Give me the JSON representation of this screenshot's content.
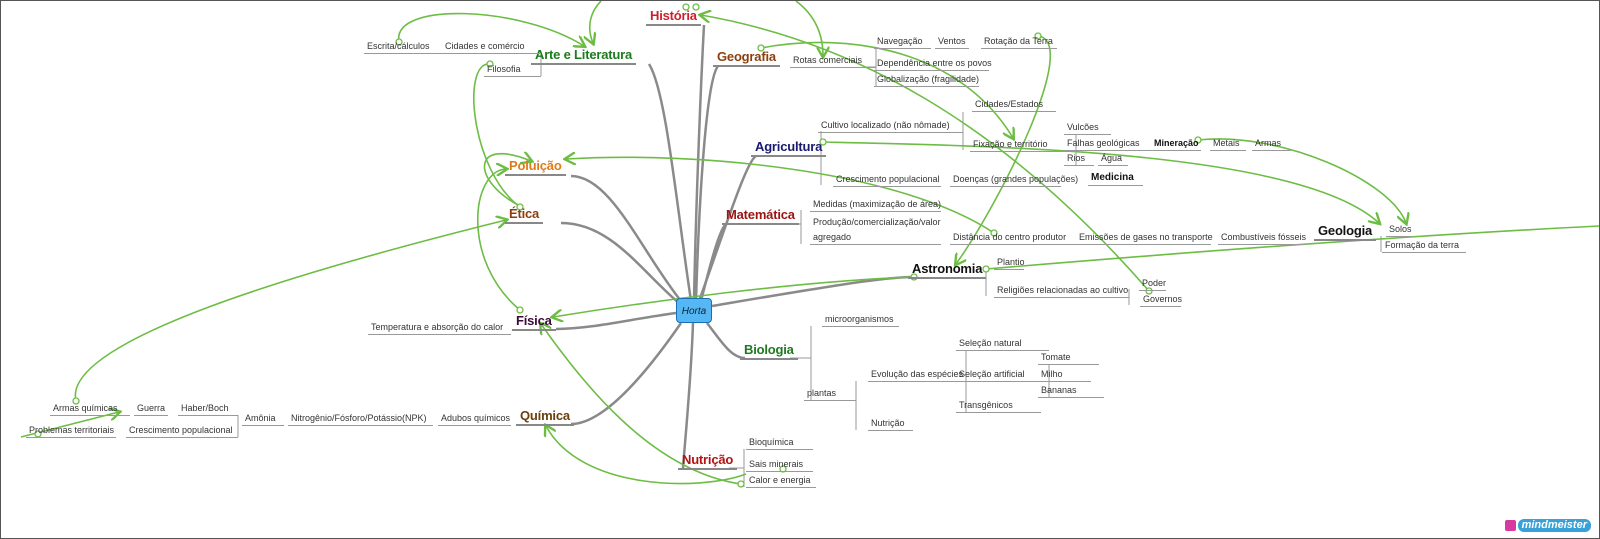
{
  "center": "Horta",
  "colors": {
    "branch": "#8a8a8a",
    "relation": "#6dbd45",
    "center": "#55b8f5"
  },
  "topics": {
    "historia": {
      "label": "História",
      "color": "#cc1f2e"
    },
    "arte": {
      "label": "Arte e Literatura",
      "color": "#1e7a1e",
      "children": [
        "Escrita/cálculos",
        "Cidades e comércio",
        "Filosofia"
      ]
    },
    "geografia": {
      "label": "Geografia",
      "color": "#8b3f0f",
      "children": [
        "Rotas comerciais",
        "Navegação",
        "Ventos",
        "Rotação da Terra",
        "Dependência entre os povos",
        "Globalização (fragilidade)"
      ]
    },
    "agricultura": {
      "label": "Agricultura",
      "color": "#1a1a6e",
      "children": [
        "Cultivo localizado (não nômade)",
        "Cidades/Estados",
        "Fixação e território",
        "Vulcões",
        "Falhas geológicas",
        "Mineração",
        "Metais",
        "Armas",
        "Rios",
        "Água",
        "Crescimento populacional",
        "Doenças (grandes populações)",
        "Medicina"
      ]
    },
    "poluicao": {
      "label": "Poluição",
      "color": "#e07b1a"
    },
    "etica": {
      "label": "Ética",
      "color": "#8b3f0f"
    },
    "matematica": {
      "label": "Matemática",
      "color": "#9a1414",
      "children": [
        "Medidas (maximização de área)",
        "Produção/comercialização/valor",
        "agregado",
        "Distância do centro produtor",
        "Emissões de gases no transporte",
        "Combustíveis fósseis"
      ]
    },
    "geologia": {
      "label": "Geologia",
      "color": "#111111",
      "children": [
        "Solos",
        "Formação da terra"
      ]
    },
    "astronomia": {
      "label": "Astronomia",
      "color": "#111111",
      "children": [
        "Plantio",
        "Religiões relacionadas ao cultivo",
        "Poder",
        "Governos"
      ]
    },
    "fisica": {
      "label": "Física",
      "color": "#3a0a3a",
      "children": [
        "Temperatura e absorção do calor"
      ]
    },
    "biologia": {
      "label": "Biologia",
      "color": "#1e7a1e",
      "children": [
        "microorganismos",
        "plantas",
        "Evolução das espécies",
        "Nutrição",
        "Seleção natural",
        "Seleção artificial",
        "Tomate",
        "Milho",
        "Bananas",
        "Transgênicos"
      ]
    },
    "quimica": {
      "label": "Química",
      "color": "#6b3f0a",
      "children": [
        "Adubos químicos",
        "Nitrogênio/Fósforo/Potássio(NPK)",
        "Amônia",
        "Haber/Boch",
        "Guerra",
        "Armas químicas",
        "Problemas territoriais",
        "Crescimento populacional"
      ]
    },
    "nutricao": {
      "label": "Nutrição",
      "color": "#b01414",
      "children": [
        "Bioquímica",
        "Sais minerais",
        "Calor e energia"
      ]
    }
  },
  "logo": "mindmeister"
}
